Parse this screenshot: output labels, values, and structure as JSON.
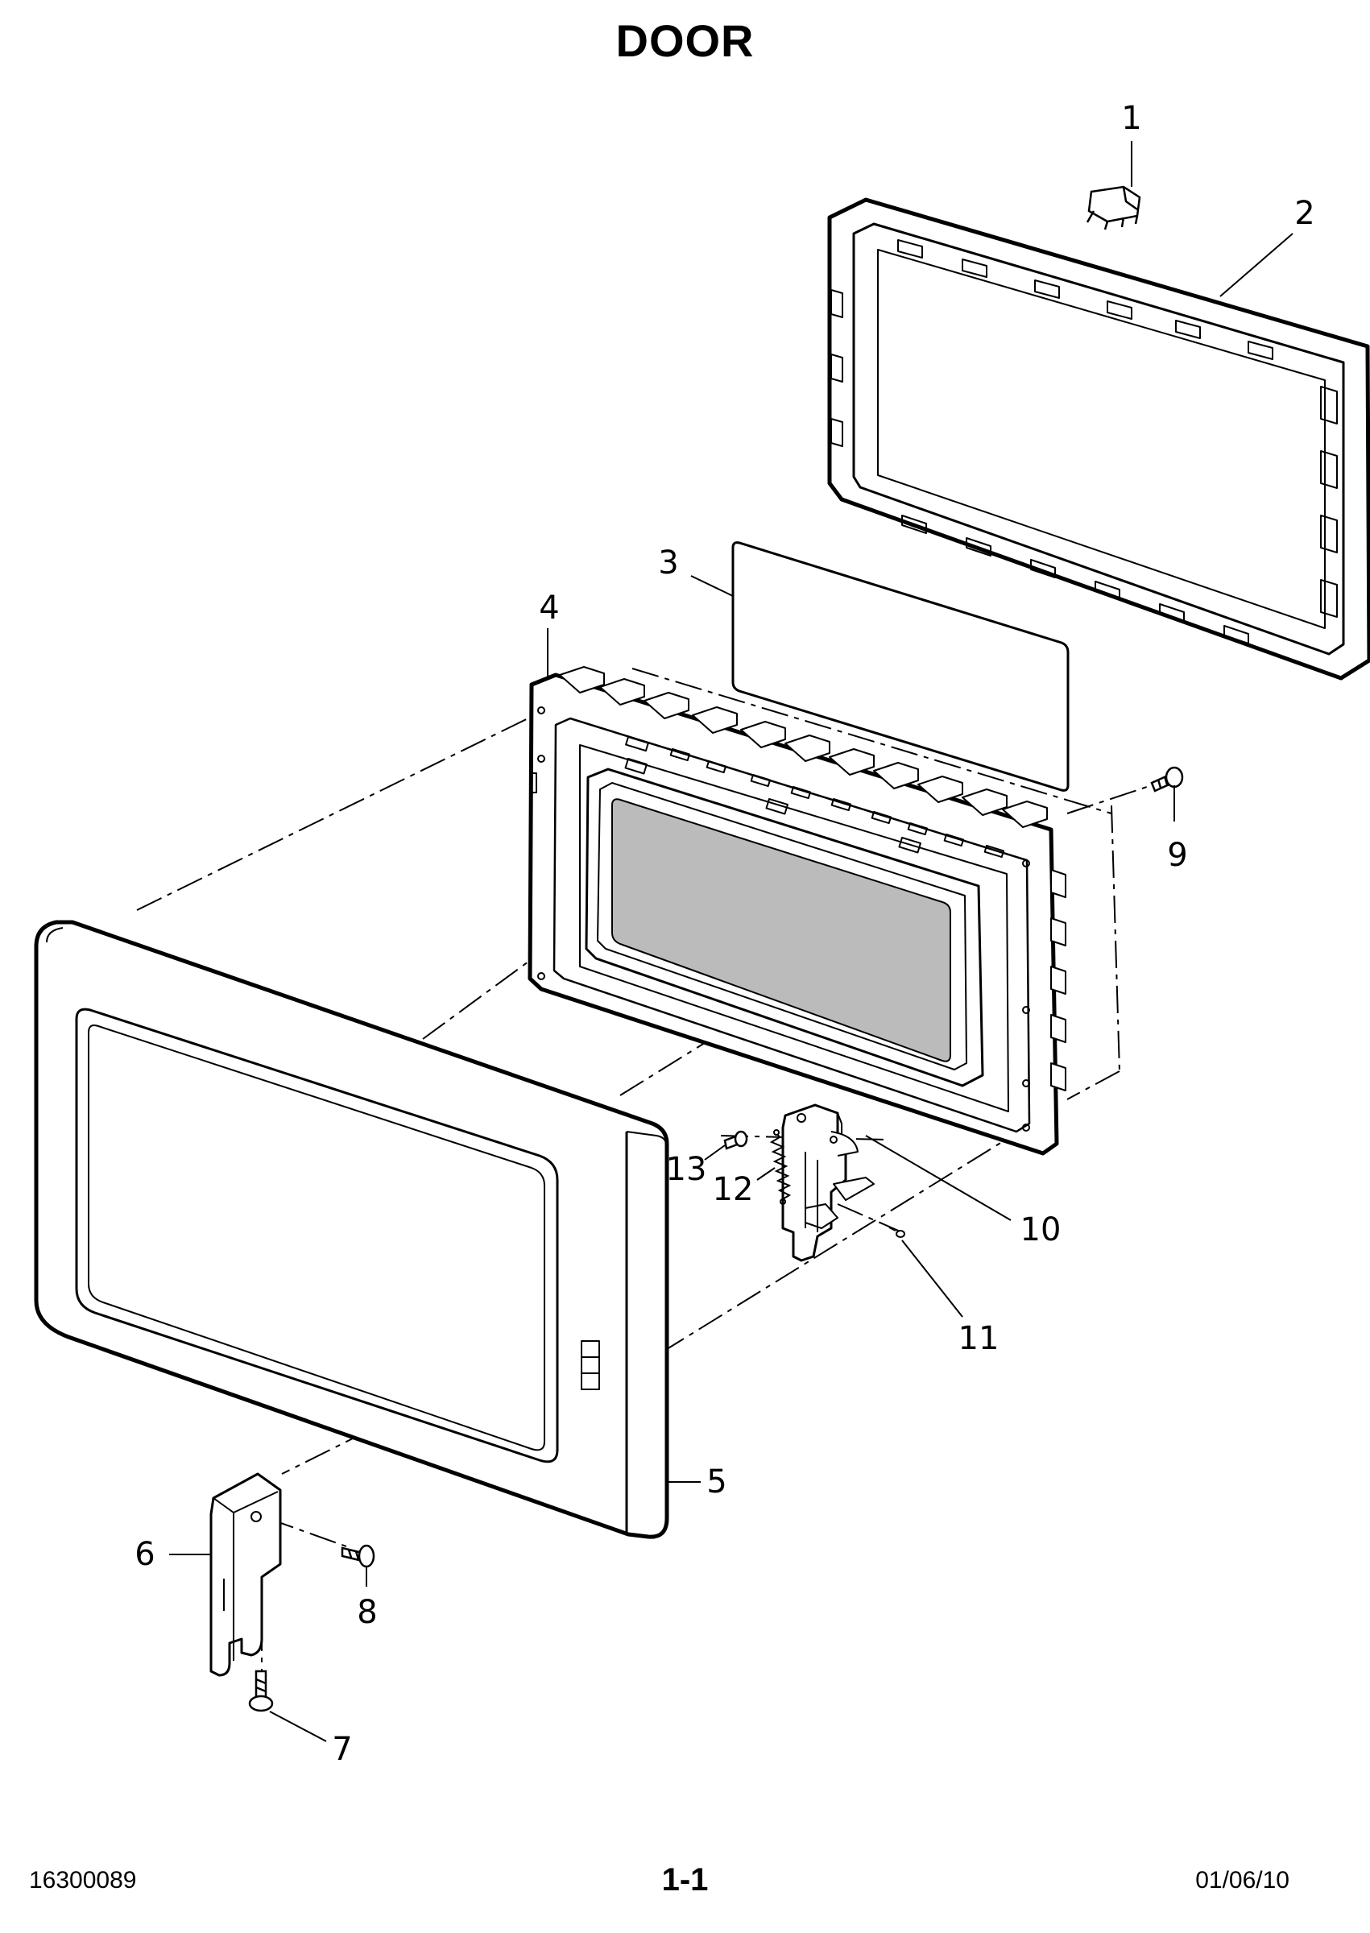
{
  "title": "DOOR",
  "footer": {
    "doc_number": "16300089",
    "page_number": "1-1",
    "date": "01/06/10"
  },
  "callouts": {
    "c1": "1",
    "c2": "2",
    "c3": "3",
    "c4": "4",
    "c5": "5",
    "c6": "6",
    "c7": "7",
    "c8": "8",
    "c9": "9",
    "c10": "10",
    "c11": "11",
    "c12": "12",
    "c13": "13"
  },
  "colors": {
    "line": "#000000",
    "window_tint": "#bbbbbb",
    "background": "#ffffff"
  }
}
